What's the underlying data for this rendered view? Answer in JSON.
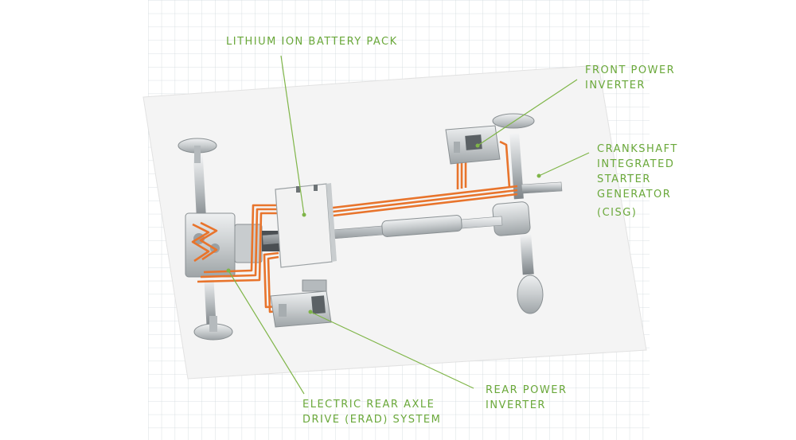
{
  "colors": {
    "grid_line": "#cfd8dc",
    "paper": "#f4f4f4",
    "cable": "#e8742c",
    "leader": "#7fb548",
    "label": "#6aa83a",
    "component": "#d9dcdd"
  },
  "labels": {
    "battery": "LITHIUM ION BATTERY PACK",
    "front_inverter": [
      "FRONT POWER",
      "INVERTER"
    ],
    "cisg": [
      "CRANKSHAFT",
      "INTEGRATED",
      "STARTER",
      "GENERATOR",
      "(CISG)"
    ],
    "rear_inverter": [
      "REAR POWER",
      "INVERTER"
    ],
    "erad": [
      "ELECTRIC REAR AXLE",
      "DRIVE (ERAD) SYSTEM"
    ]
  }
}
